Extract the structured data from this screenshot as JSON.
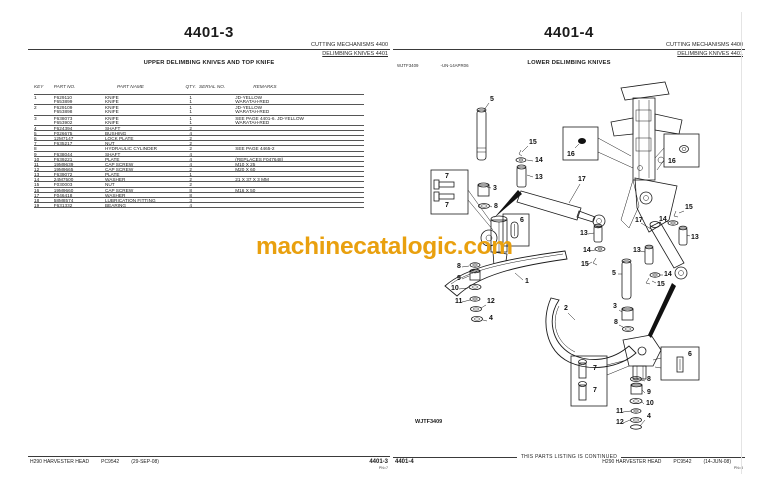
{
  "watermark": {
    "text": "machinecatalogic.com",
    "color": "#E9A00E"
  },
  "pages": {
    "left": {
      "page_number": "4401-3",
      "section": "CUTTING MECHANISMS 4400",
      "subsection": "DELIMBING KNIVES 4401",
      "heading": "UPPER DELIMBING KNIVES AND TOP KNIFE",
      "table": {
        "headers": {
          "key": "KEY",
          "part_no": "PART NO.",
          "part_name": "PART NAME",
          "qty": "QTY.",
          "serial_no": "SERIAL NO.",
          "remarks": "REMARKS"
        },
        "rows": [
          {
            "key": "1",
            "part_no": "F629110",
            "part_name": "KNIFE",
            "qty": "1",
            "serial_no": "",
            "remarks": "JD-YELLOW",
            "new_group": true
          },
          {
            "key": "",
            "part_no": "F653899",
            "part_name": "KNIFE",
            "qty": "1",
            "serial_no": "",
            "remarks": "WARATAH-RED",
            "new_group": false
          },
          {
            "key": "2",
            "part_no": "F629109",
            "part_name": "KNIFE",
            "qty": "1",
            "serial_no": "",
            "remarks": "JD-YELLOW",
            "new_group": true
          },
          {
            "key": "",
            "part_no": "F653898",
            "part_name": "KNIFE",
            "qty": "1",
            "serial_no": "",
            "remarks": "WARATAH-RED",
            "new_group": false
          },
          {
            "key": "3",
            "part_no": "F638073",
            "part_name": "KNIFE",
            "qty": "1",
            "serial_no": "",
            "remarks": "SEE PAGE 4401-6, JD-YELLOW",
            "new_group": true
          },
          {
            "key": "",
            "part_no": "F653902",
            "part_name": "KNIFE",
            "qty": "1",
            "serial_no": "",
            "remarks": "WARATAH-RED",
            "new_group": false
          },
          {
            "key": "4",
            "part_no": "F624394",
            "part_name": "SHAFT",
            "qty": "2",
            "serial_no": "",
            "remarks": "",
            "new_group": true
          },
          {
            "key": "5",
            "part_no": "F026675",
            "part_name": "BUSHING",
            "qty": "4",
            "serial_no": "",
            "remarks": "",
            "new_group": true
          },
          {
            "key": "6",
            "part_no": "12M7147",
            "part_name": "LOCK PLATE",
            "qty": "2",
            "serial_no": "",
            "remarks": "",
            "new_group": true
          },
          {
            "key": "7",
            "part_no": "F635217",
            "part_name": "NUT",
            "qty": "2",
            "serial_no": "",
            "remarks": "",
            "new_group": true
          },
          {
            "key": "8",
            "part_no": "",
            "part_name": "HYDRAULIC CYLINDER",
            "qty": "2",
            "serial_no": "",
            "remarks": "SEE PAGE 4465-2",
            "new_group": true
          },
          {
            "key": "9",
            "part_no": "F638044",
            "part_name": "SHAFT",
            "qty": "4",
            "serial_no": "",
            "remarks": "",
            "new_group": true
          },
          {
            "key": "10",
            "part_no": "F639221",
            "part_name": "PLATE",
            "qty": "4",
            "serial_no": "",
            "remarks": "(REPLACES F047648)",
            "new_group": true
          },
          {
            "key": "11",
            "part_no": "19M9639",
            "part_name": "CAP SCREW",
            "qty": "4",
            "serial_no": "",
            "remarks": "M10 X 25",
            "new_group": true
          },
          {
            "key": "12",
            "part_no": "19M9665",
            "part_name": "CAP SCREW",
            "qty": "2",
            "serial_no": "",
            "remarks": "M20 X 60",
            "new_group": true
          },
          {
            "key": "13",
            "part_no": "F639072",
            "part_name": "PLATE",
            "qty": "1",
            "serial_no": "",
            "remarks": "",
            "new_group": true
          },
          {
            "key": "14",
            "part_no": "24M7500",
            "part_name": "WASHER",
            "qty": "2",
            "serial_no": "",
            "remarks": "21 X 37 X 3 MM",
            "new_group": true
          },
          {
            "key": "15",
            "part_no": "F030003",
            "part_name": "NUT",
            "qty": "2",
            "serial_no": "",
            "remarks": "",
            "new_group": true
          },
          {
            "key": "16",
            "part_no": "19M9660",
            "part_name": "CAP SCREW",
            "qty": "8",
            "serial_no": "",
            "remarks": "M16 X 50",
            "new_group": true
          },
          {
            "key": "17",
            "part_no": "F046418",
            "part_name": "WASHER",
            "qty": "8",
            "serial_no": "",
            "remarks": "",
            "new_group": true
          },
          {
            "key": "18",
            "part_no": "58M8574",
            "part_name": "LUBRICATION FITTING",
            "qty": "3",
            "serial_no": "",
            "remarks": "",
            "new_group": true
          },
          {
            "key": "19",
            "part_no": "F631332",
            "part_name": "BEARING",
            "qty": "4",
            "serial_no": "",
            "remarks": "",
            "new_group": true
          }
        ]
      },
      "footer": {
        "model": "H290 HARVESTER HEAD",
        "catalog": "PC9542",
        "date": "(29-SEP-08)",
        "page_number": "4401-3",
        "pn": "PN=7"
      }
    },
    "right": {
      "page_number": "4401-4",
      "section": "CUTTING MECHANISMS 4400",
      "subsection": "DELIMBING KNIVES 4401",
      "heading": "LOWER DELIMBING KNIVES",
      "figure": {
        "id": "WJTF3409",
        "image_ref": "-UN-14APR06",
        "caption": "WJTF3409",
        "callouts": [
          "5",
          "15",
          "14",
          "13",
          "3",
          "8",
          "7",
          "7",
          "6",
          "16",
          "16",
          "17",
          "13",
          "14",
          "15",
          "5",
          "3",
          "8",
          "1",
          "2",
          "8",
          "9",
          "10",
          "11",
          "12",
          "4",
          "7",
          "7",
          "6",
          "8",
          "9",
          "10",
          "11",
          "12",
          "4",
          "17",
          "15",
          "14",
          "13",
          "13",
          "14",
          "15"
        ]
      },
      "footer": {
        "page_number": "4401-4",
        "continued": "THIS PARTS LISTING IS CONTINUED",
        "model": "H290 HARVESTER HEAD",
        "catalog": "PC9542",
        "date": "(14-JUN-08)",
        "pn": "PN=8"
      }
    }
  }
}
